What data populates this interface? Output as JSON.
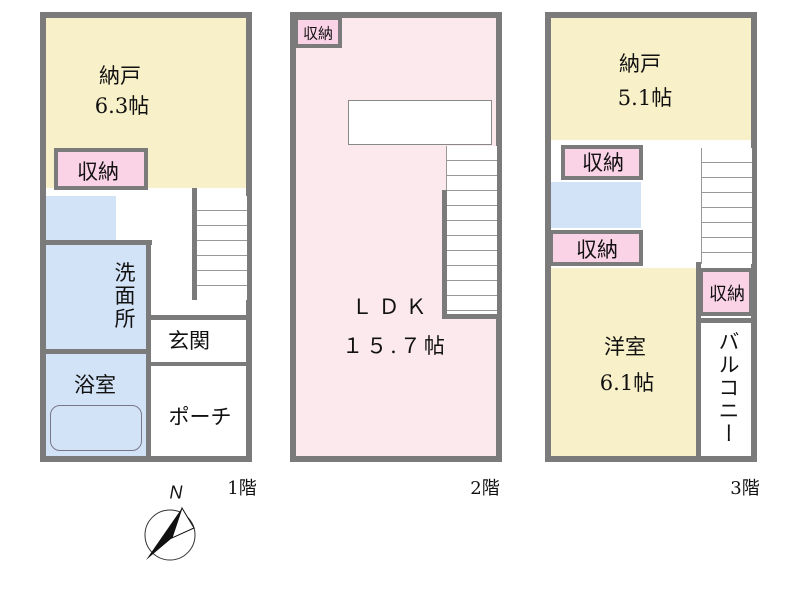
{
  "floor1": {
    "label": "1階",
    "rooms": {
      "storage_room": {
        "name": "納戸",
        "size": "6.3帖"
      },
      "closet": "収納",
      "washroom": "洗面所",
      "entrance": "玄関",
      "bathroom": "浴室",
      "porch": "ポーチ"
    }
  },
  "floor2": {
    "label": "2階",
    "rooms": {
      "closet": "収納",
      "ldk": {
        "name": "ＬＤＫ",
        "size": "１５.７帖"
      }
    }
  },
  "floor3": {
    "label": "3階",
    "rooms": {
      "storage_room": {
        "name": "納戸",
        "size": "5.1帖"
      },
      "closet1": "収納",
      "closet2": "収納",
      "closet3": "収納",
      "western_room": {
        "name": "洋室",
        "size": "6.1帖"
      },
      "balcony": "バルコニー"
    }
  },
  "compass": {
    "north": "N"
  },
  "colors": {
    "wall": "#7b7b7b",
    "storage_yellow": "#f8f0c8",
    "closet_pink": "#fbd3e6",
    "wet_blue": "#d3e3f7",
    "ldk_pink": "#fce9ee"
  }
}
